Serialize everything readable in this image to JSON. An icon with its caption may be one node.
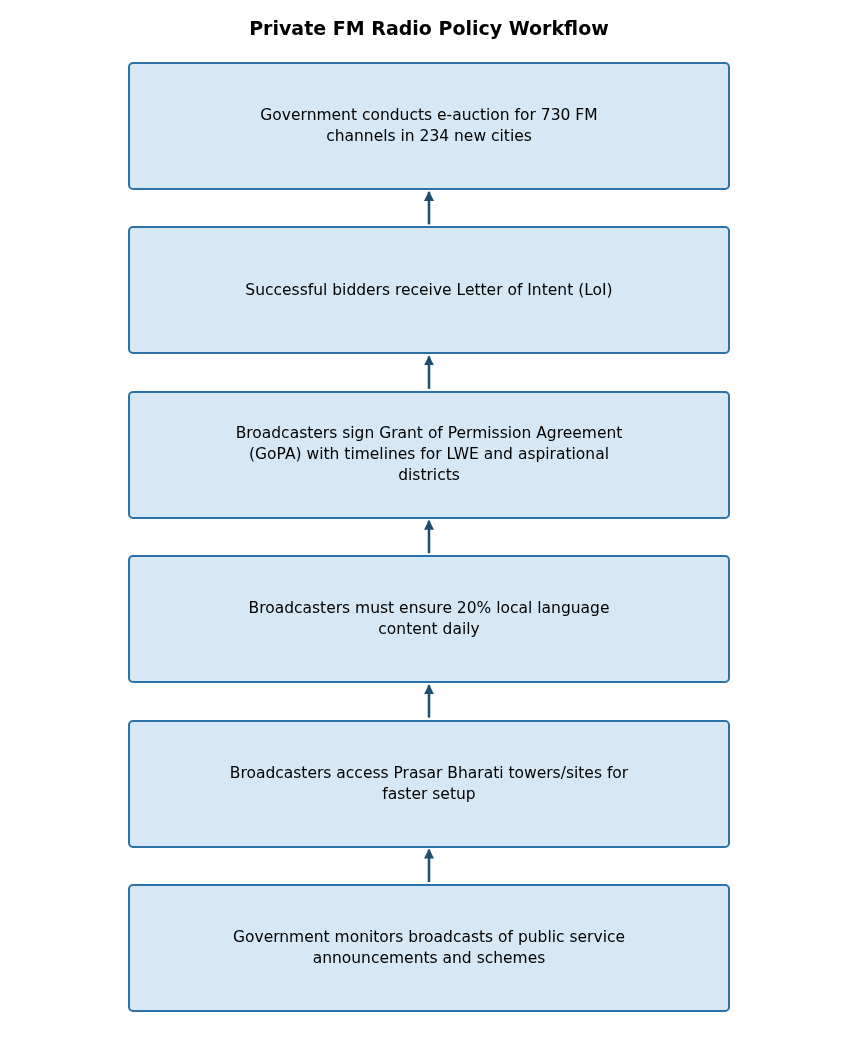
{
  "diagram": {
    "title": "Private FM Radio Policy Workflow",
    "nodes": [
      {
        "text": [
          "Government conducts e-auction for 730 FM channels in 234 new cities"
        ]
      },
      {
        "text": [
          "Successful bidders receive Letter of Intent (LoI)"
        ]
      },
      {
        "text": [
          "Broadcasters sign Grant of Permission Agreement (GoPA) with timelines for LWE and aspirational districts"
        ]
      },
      {
        "text": [
          "Broadcasters must ensure 20% local language content daily"
        ]
      },
      {
        "text": [
          "Broadcasters access Prasar Bharati towers/sites for faster setup"
        ]
      },
      {
        "text": [
          "Government monitors broadcasts of public service announcements and schemes"
        ]
      }
    ],
    "edges": [
      {
        "from": 1,
        "to": 0,
        "arrow": "to"
      },
      {
        "from": 2,
        "to": 1,
        "arrow": "to"
      },
      {
        "from": 3,
        "to": 2,
        "arrow": "to"
      },
      {
        "from": 4,
        "to": 3,
        "arrow": "to"
      },
      {
        "from": 5,
        "to": 4,
        "arrow": "to"
      }
    ]
  }
}
